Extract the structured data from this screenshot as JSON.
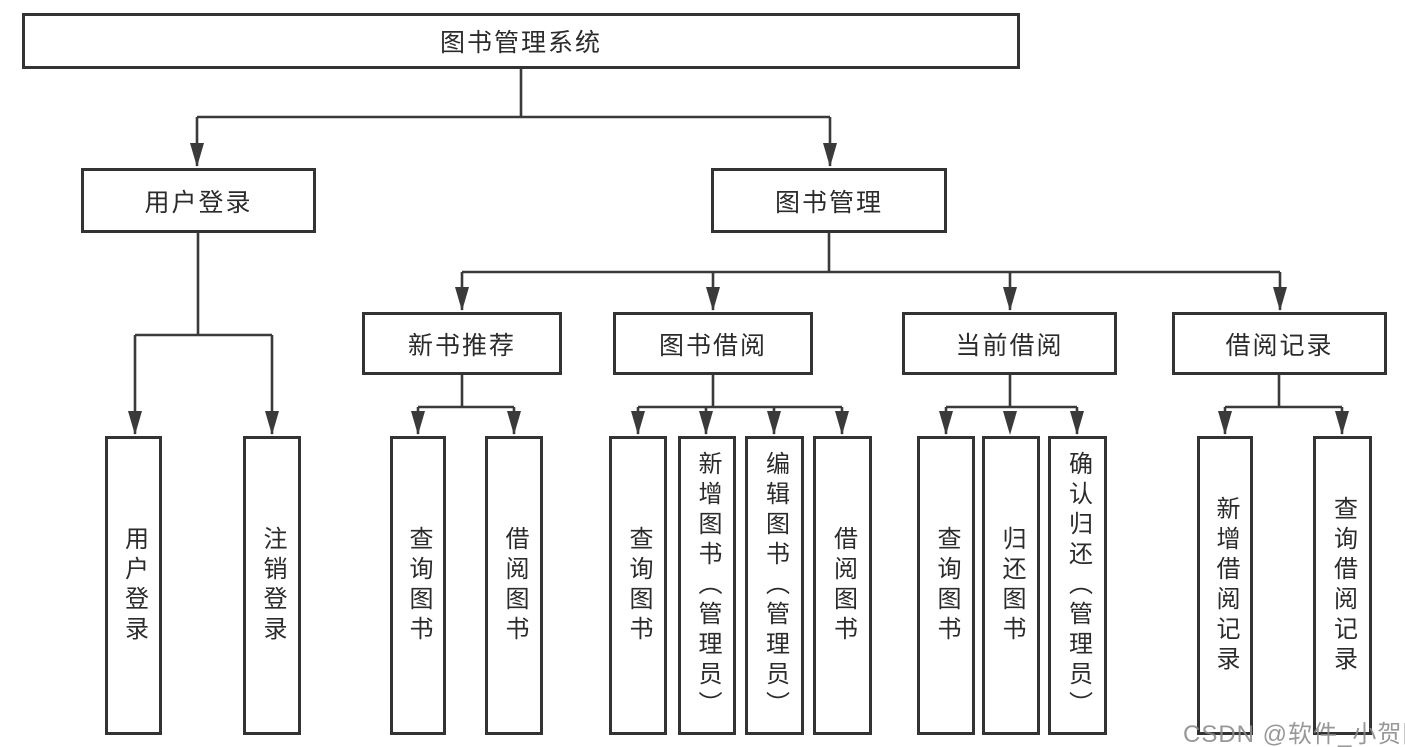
{
  "tree": {
    "root": "图书管理系统",
    "children": [
      {
        "label": "用户登录",
        "children": [
          {
            "label": "用户登录"
          },
          {
            "label": "注销登录"
          }
        ]
      },
      {
        "label": "图书管理",
        "children": [
          {
            "label": "新书推荐",
            "children": [
              {
                "label": "查询图书"
              },
              {
                "label": "借阅图书"
              }
            ]
          },
          {
            "label": "图书借阅",
            "children": [
              {
                "label": "查询图书"
              },
              {
                "label": "新增图书（管理员）"
              },
              {
                "label": "编辑图书（管理员）"
              },
              {
                "label": "借阅图书"
              }
            ]
          },
          {
            "label": "当前借阅",
            "children": [
              {
                "label": "查询图书"
              },
              {
                "label": "归还图书"
              },
              {
                "label": "确认归还（管理员）"
              }
            ]
          },
          {
            "label": "借阅记录",
            "children": [
              {
                "label": "新增借阅记录"
              },
              {
                "label": "查询借阅记录"
              }
            ]
          }
        ]
      }
    ]
  },
  "watermark": "CSDN @软件_小贺同学",
  "colors": {
    "line": "#3a3a3a",
    "box_border": "#333333",
    "text": "#2b2b2b",
    "watermark": "#8a8a8a",
    "background": "#ffffff"
  }
}
